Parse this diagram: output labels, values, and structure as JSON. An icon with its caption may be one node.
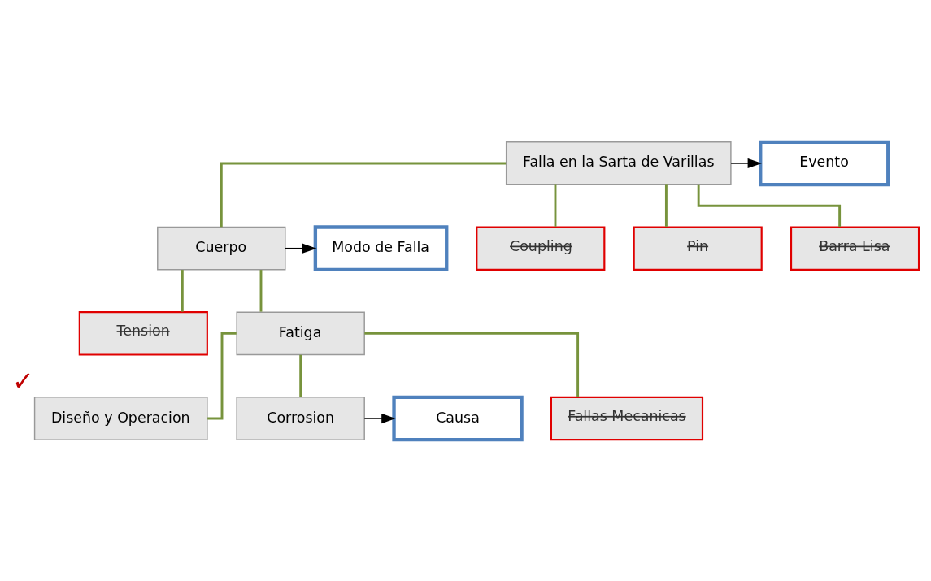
{
  "diagram": {
    "nodes": [
      {
        "text": [
          "Falla en la Sarta de Varillas"
        ]
      },
      {
        "text": [
          "Evento"
        ]
      },
      {
        "text": [
          "Cuerpo"
        ]
      },
      {
        "text": [
          "Coupling"
        ]
      },
      {
        "text": [
          "Pin"
        ]
      },
      {
        "text": [
          "Barra Lisa"
        ]
      },
      {
        "text": [
          "Modo de Falla"
        ]
      },
      {
        "text": [
          "Tension"
        ]
      },
      {
        "text": [
          "Fatiga"
        ]
      },
      {
        "text": [
          "Diseño y Operacion"
        ],
        "beside": [
          "✓"
        ]
      },
      {
        "text": [
          "Corrosion"
        ]
      },
      {
        "text": [
          "Fallas Mecanicas"
        ]
      },
      {
        "text": [
          "Causa"
        ]
      }
    ],
    "edges": [
      {
        "from": 0,
        "to": 1,
        "arrow": "to",
        "color": "#000000"
      },
      {
        "from": 0,
        "to": 2,
        "arrow": "none"
      },
      {
        "from": 0,
        "to": 3,
        "arrow": "none"
      },
      {
        "from": 0,
        "to": 4,
        "arrow": "none"
      },
      {
        "from": 0,
        "to": 5,
        "arrow": "none"
      },
      {
        "from": 2,
        "to": 6,
        "arrow": "to",
        "color": "#000000"
      },
      {
        "from": 2,
        "to": 7,
        "arrow": "none"
      },
      {
        "from": 2,
        "to": 8,
        "arrow": "none"
      },
      {
        "from": 8,
        "to": 9,
        "arrow": "none"
      },
      {
        "from": 8,
        "to": 10,
        "arrow": "none"
      },
      {
        "from": 8,
        "to": 11,
        "arrow": "none"
      },
      {
        "from": 10,
        "to": 12,
        "arrow": "to",
        "color": "#000000"
      }
    ]
  }
}
